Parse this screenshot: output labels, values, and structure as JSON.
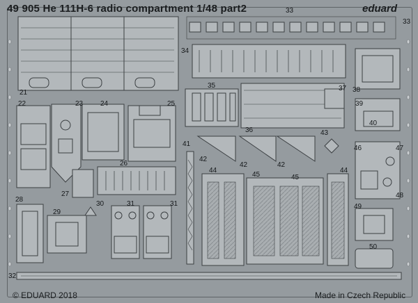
{
  "sheet": {
    "title": "49 905  He 111H-6 radio compartment    1/48    part2",
    "brand": "eduard",
    "copyright": "© EDUARD 2018",
    "origin": "Made in Czech Republic"
  },
  "part_numbers": [
    "21",
    "22",
    "23",
    "24",
    "25",
    "26",
    "27",
    "28",
    "29",
    "30",
    "31",
    "31",
    "32",
    "33",
    "33",
    "34",
    "35",
    "36",
    "37",
    "38",
    "39",
    "40",
    "41",
    "42",
    "42",
    "42",
    "43",
    "44",
    "44",
    "45",
    "45",
    "46",
    "47",
    "48",
    "49",
    "50"
  ],
  "colors": {
    "fret": "#959b9f",
    "etch": "#b4b9bc",
    "line": "#3b3f42",
    "text": "#1a1d1f"
  }
}
